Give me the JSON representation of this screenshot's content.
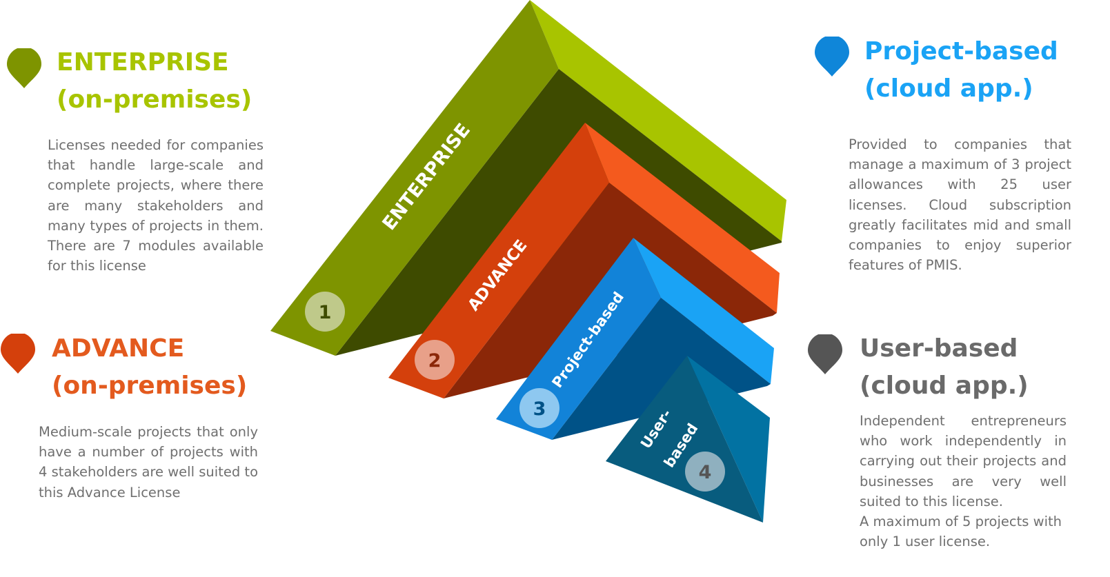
{
  "colors": {
    "enterprise": "#7e9400",
    "advance": "#e35a1e",
    "project": "#0f86d9",
    "user": "#555555",
    "body_text": "#6f6f6f"
  },
  "sections": {
    "enterprise": {
      "icon": "location-pin-icon",
      "title_line1": "ENTERPRISE",
      "title_line2": "(on-premises)",
      "description": "Licenses needed for companies that handle large-scale and complete projects, where there are many stakeholders and many types of projects in them. There are 7 modules available for this license"
    },
    "advance": {
      "icon": "location-pin-icon",
      "title_line1": "ADVANCE",
      "title_line2": "(on-premises)",
      "description": "Medium-scale projects that only have a number of projects with 4 stakeholders are well suited to this Advance License"
    },
    "project_based": {
      "icon": "location-pin-icon",
      "title_line1": "Project-based",
      "title_line2": "(cloud app.)",
      "description": "Provided to companies that manage a maximum of 3 project allowances with 25 user licenses. Cloud subscription greatly facilitates mid and small companies to enjoy superior features of PMIS."
    },
    "user_based": {
      "icon": "location-pin-icon",
      "title_line1": "User-based",
      "title_line2": "(cloud app.)",
      "description_line1": "Independent entrepreneurs who work independently in carrying out their projects and businesses are very well suited to this license.",
      "description_line2": "A maximum of 5 projects with only 1 user license."
    }
  },
  "diagram": {
    "tiers": [
      {
        "label": "ENTERPRISE",
        "number": "1"
      },
      {
        "label": "ADVANCE",
        "number": "2"
      },
      {
        "label": "Project-based",
        "number": "3"
      },
      {
        "label_line1": "User-",
        "label_line2": "based",
        "number": "4"
      }
    ]
  }
}
